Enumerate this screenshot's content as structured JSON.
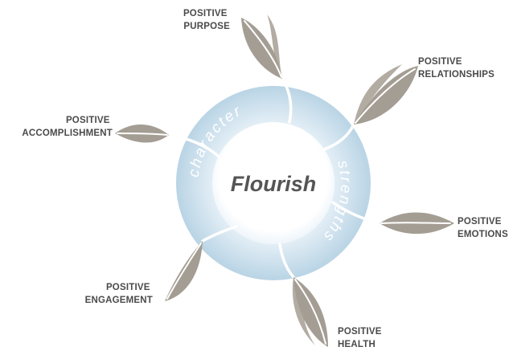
{
  "center_label": "Flourish",
  "ring_words": {
    "upper_left": "character",
    "right": "strengths"
  },
  "branches": [
    {
      "id": "purpose",
      "line1": "POSITIVE",
      "line2": "PURPOSE"
    },
    {
      "id": "relationships",
      "line1": "POSITIVE",
      "line2": "RELATIONSHIPS"
    },
    {
      "id": "emotions",
      "line1": "POSITIVE",
      "line2": "EMOTIONS"
    },
    {
      "id": "health",
      "line1": "POSITIVE",
      "line2": "HEALTH"
    },
    {
      "id": "engagement",
      "line1": "POSITIVE",
      "line2": "ENGAGEMENT"
    },
    {
      "id": "accomplishment",
      "line1": "POSITIVE",
      "line2": "ACCOMPLISHMENT"
    }
  ],
  "colors": {
    "ring_outer": "#bcd6e6",
    "ring_inner": "#e4eff6",
    "leaf": "#a49d93",
    "label_text": "#4a4a4a",
    "center_text": "#555555"
  }
}
